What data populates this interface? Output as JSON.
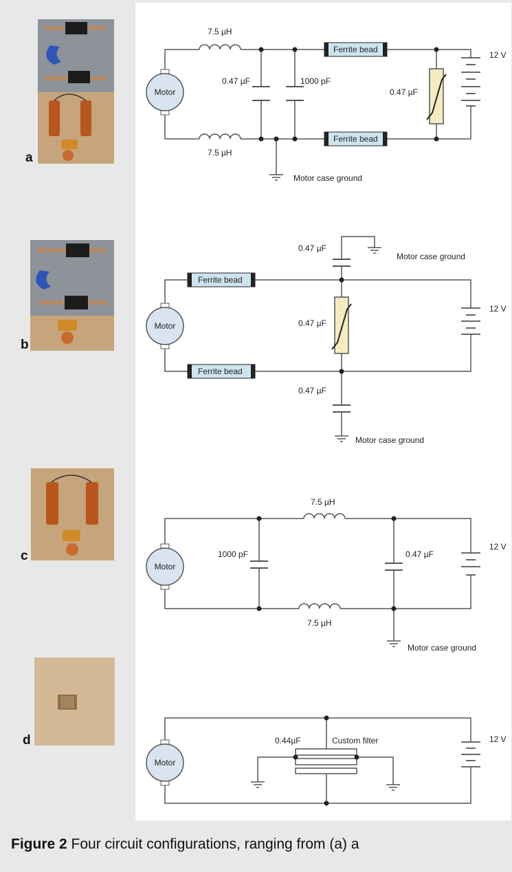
{
  "figure": {
    "caption_label": "Figure 2",
    "caption_text": "Four circuit configurations, ranging from (a) a"
  },
  "panels": {
    "a": {
      "letter": "a",
      "inductor_top": "7.5 µH",
      "inductor_bottom": "7.5 µH",
      "cap_small": "0.47 µF",
      "cap_large": "1000 pF",
      "bead_top": "Ferrite bead",
      "bead_bottom": "Ferrite bead",
      "varistor": "0.47 µF",
      "battery": "12 V",
      "ground": "Motor case ground",
      "motor": "Motor"
    },
    "b": {
      "letter": "b",
      "cap_top": "0.47 µF",
      "ground_top": "Motor case ground",
      "bead_top": "Ferrite bead",
      "bead_bottom": "Ferrite bead",
      "varistor": "0.47 µF",
      "battery": "12 V",
      "cap_bottom": "0.47 µF",
      "ground_bottom": "Motor case ground",
      "motor": "Motor"
    },
    "c": {
      "letter": "c",
      "inductor_top": "7.5 µH",
      "inductor_bottom": "7.5 µH",
      "cap_left": "1000 pF",
      "cap_right": "0.47 µF",
      "battery": "12 V",
      "ground": "Motor case ground",
      "motor": "Motor"
    },
    "d": {
      "letter": "d",
      "cap": "0.44µF",
      "filter": "Custom filter",
      "battery": "12 V",
      "motor": "Motor"
    }
  },
  "colors": {
    "page_bg": "#e8e8e8",
    "panel_bg": "#ffffff",
    "wire": "#555555",
    "bead_fill": "#cde4ee",
    "varistor_fill": "#f4ecc0",
    "motor_fill": "#d9e4f0"
  }
}
